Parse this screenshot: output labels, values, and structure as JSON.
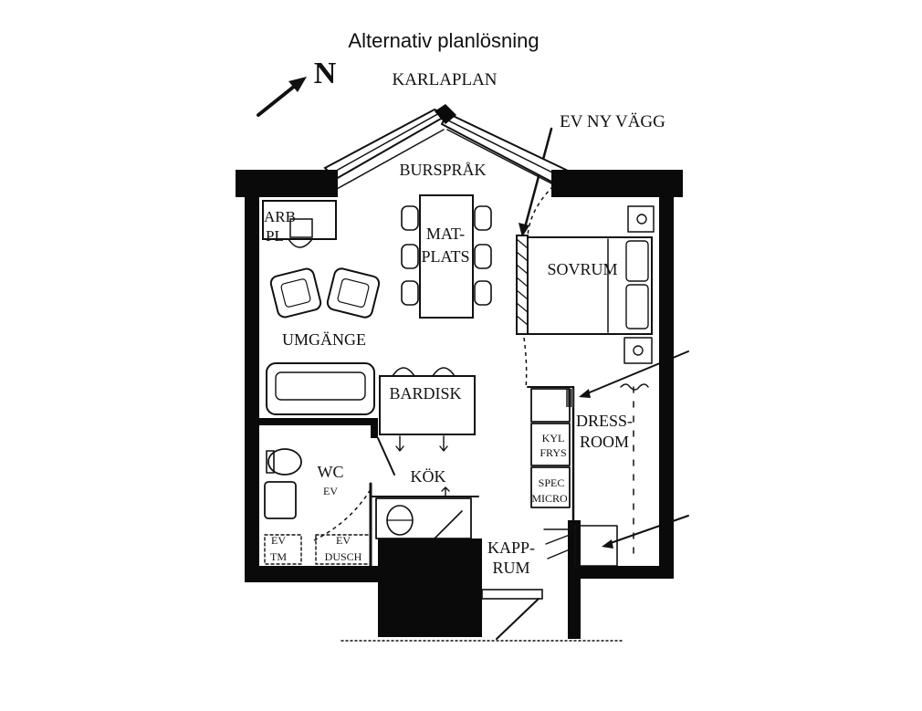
{
  "title": "Alternativ planlösning",
  "compass": {
    "letter": "N"
  },
  "street": "KARLAPLAN",
  "annotation": "EV NY VÄGG",
  "rooms": {
    "burspak": "BURSPRÅK",
    "arb_line1": "ARB",
    "arb_line2": "PL",
    "mat_line1": "MAT-",
    "mat_line2": "PLATS",
    "sovrum": "SOVRUM",
    "umgange": "UMGÄNGE",
    "bardisk": "BARDISK",
    "dress_line1": "DRESS-",
    "dress_line2": "ROOM",
    "kyl_line1": "KYL",
    "kyl_line2": "FRYS",
    "spec_line1": "SPEC",
    "spec_line2": "MICRO",
    "wc_line1": "WC",
    "wc_line2": "EV",
    "kok": "KÖK",
    "evtm_line1": "EV",
    "evtm_line2": "TM",
    "evdusch_line1": "EV",
    "evdusch_line2": "DUSCH",
    "kapp_line1": "KAPP-",
    "kapp_line2": "RUM"
  }
}
